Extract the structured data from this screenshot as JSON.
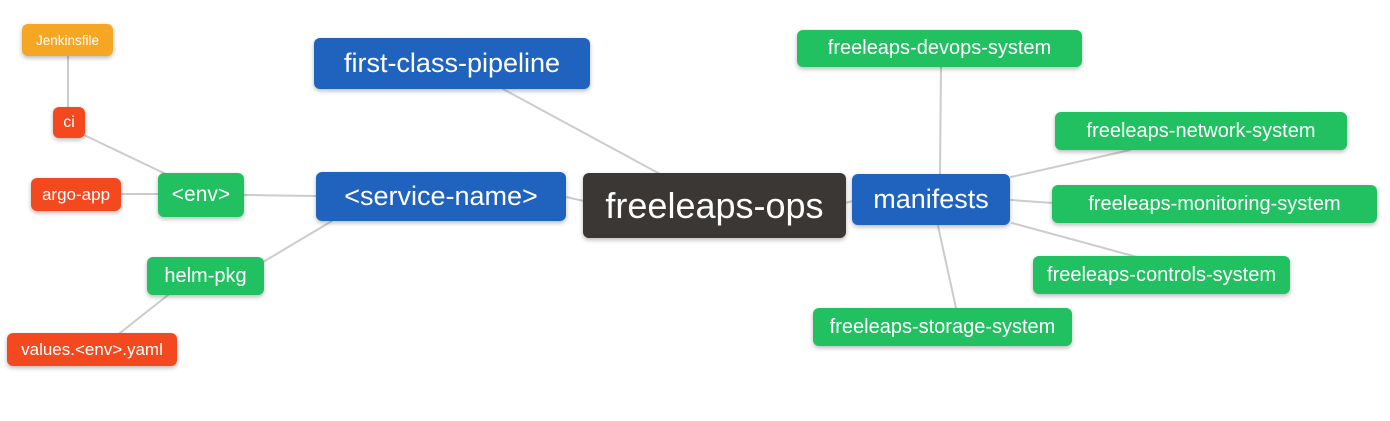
{
  "diagram": {
    "type": "mindmap",
    "title": "freeleaps-ops repository structure mind map",
    "background": "#ffffff",
    "edge_color": "#cccccc",
    "colors": {
      "root_node": "#3b3735",
      "level1_node": "#1f63be",
      "level2_node": "#21c061",
      "level3_node": "#f4491f",
      "level4_node": "#f5a623",
      "node_text": "#ffffff"
    },
    "nodes": [
      {
        "id": "freeleaps-ops",
        "label": "freeleaps-ops",
        "level": 0,
        "parent": null
      },
      {
        "id": "first-class-pipeline",
        "label": "first-class-pipeline",
        "level": 1,
        "parent": "freeleaps-ops"
      },
      {
        "id": "service-name",
        "label": "<service-name>",
        "level": 1,
        "parent": "freeleaps-ops"
      },
      {
        "id": "manifests",
        "label": "manifests",
        "level": 1,
        "parent": "freeleaps-ops"
      },
      {
        "id": "env",
        "label": "<env>",
        "level": 2,
        "parent": "service-name"
      },
      {
        "id": "helm-pkg",
        "label": "helm-pkg",
        "level": 2,
        "parent": "service-name"
      },
      {
        "id": "freeleaps-devops-system",
        "label": "freeleaps-devops-system",
        "level": 2,
        "parent": "manifests"
      },
      {
        "id": "freeleaps-network-system",
        "label": "freeleaps-network-system",
        "level": 2,
        "parent": "manifests"
      },
      {
        "id": "freeleaps-monitoring-system",
        "label": "freeleaps-monitoring-system",
        "level": 2,
        "parent": "manifests"
      },
      {
        "id": "freeleaps-controls-system",
        "label": "freeleaps-controls-system",
        "level": 2,
        "parent": "manifests"
      },
      {
        "id": "freeleaps-storage-system",
        "label": "freeleaps-storage-system",
        "level": 2,
        "parent": "manifests"
      },
      {
        "id": "ci",
        "label": "ci",
        "level": 3,
        "parent": "env"
      },
      {
        "id": "argo-app",
        "label": "argo-app",
        "level": 3,
        "parent": "env"
      },
      {
        "id": "values-env-yaml",
        "label": "values.<env>.yaml",
        "level": 3,
        "parent": "helm-pkg"
      },
      {
        "id": "jenkinsfile",
        "label": "Jenkinsfile",
        "level": 4,
        "parent": "ci"
      }
    ],
    "edges": [
      {
        "from": "jenkinsfile",
        "to": "ci"
      },
      {
        "from": "ci",
        "to": "env"
      },
      {
        "from": "argo-app",
        "to": "env"
      },
      {
        "from": "env",
        "to": "service-name"
      },
      {
        "from": "helm-pkg",
        "to": "service-name"
      },
      {
        "from": "values-env-yaml",
        "to": "helm-pkg"
      },
      {
        "from": "first-class-pipeline",
        "to": "freeleaps-ops"
      },
      {
        "from": "service-name",
        "to": "freeleaps-ops"
      },
      {
        "from": "freeleaps-ops",
        "to": "manifests"
      },
      {
        "from": "manifests",
        "to": "freeleaps-devops-system"
      },
      {
        "from": "manifests",
        "to": "freeleaps-network-system"
      },
      {
        "from": "manifests",
        "to": "freeleaps-monitoring-system"
      },
      {
        "from": "manifests",
        "to": "freeleaps-controls-system"
      },
      {
        "from": "manifests",
        "to": "freeleaps-storage-system"
      }
    ]
  }
}
